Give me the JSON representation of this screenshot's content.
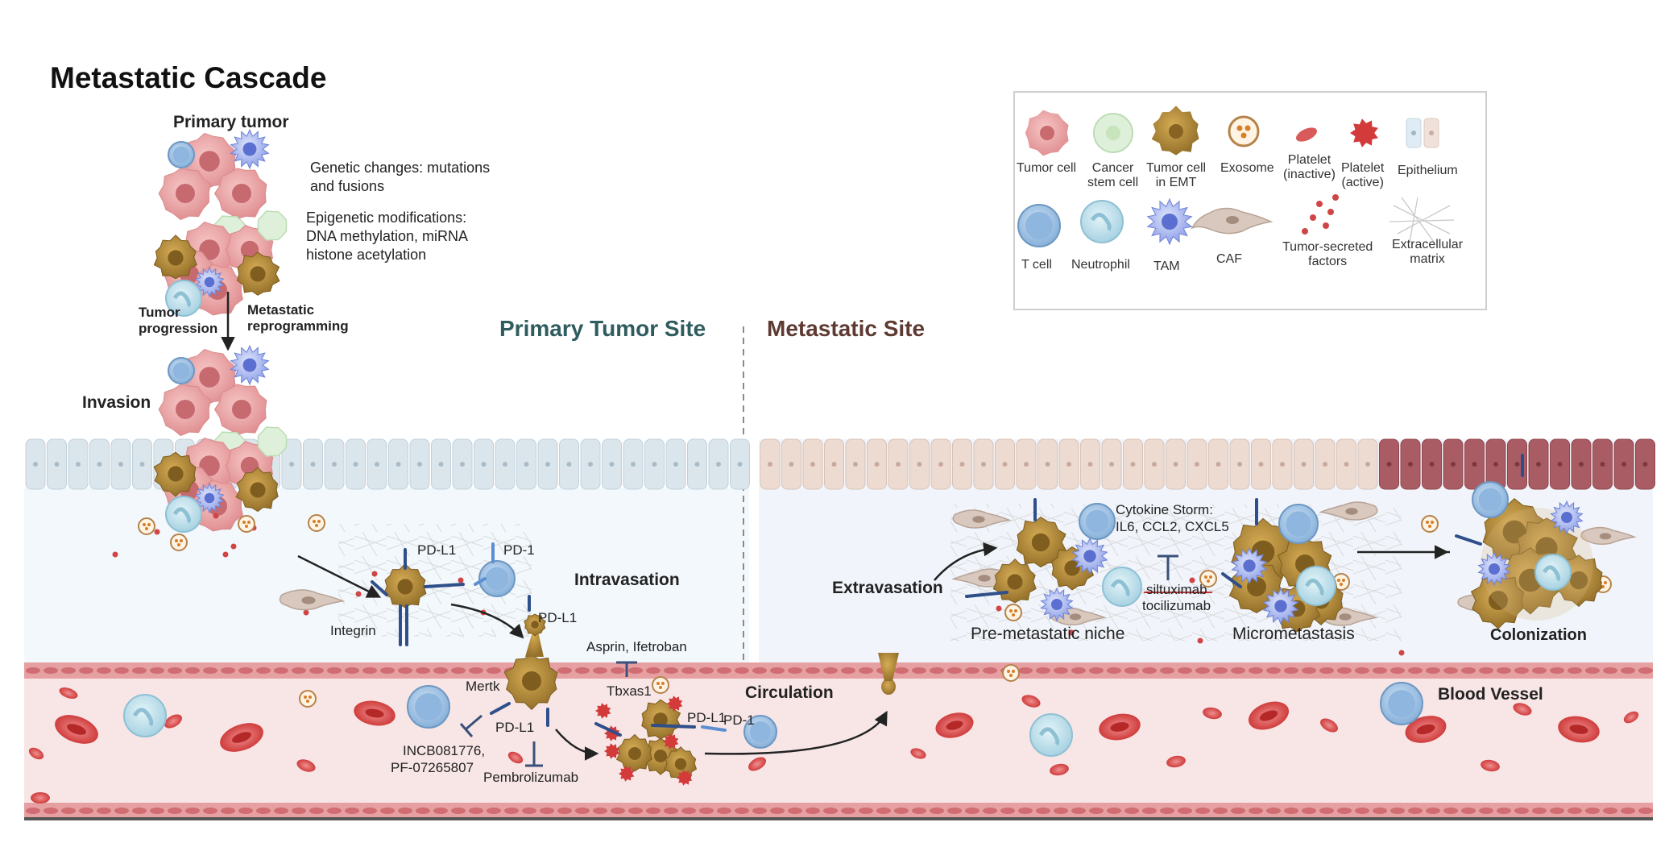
{
  "title": "Metastatic Cascade",
  "primary": {
    "heading": "Primary tumor",
    "genetic": [
      "Genetic  changes: mutations",
      "and fusions"
    ],
    "epigenetic": [
      "Epigenetic  modifications:",
      "DNA methylation, miRNA",
      "histone acetylation"
    ],
    "progression": [
      "Tumor",
      "progression"
    ],
    "reprogramming": [
      "Metastatic",
      "reprogramming"
    ],
    "invasion": "Invasion"
  },
  "sites": {
    "primary": "Primary Tumor Site",
    "metastatic": "Metastatic Site"
  },
  "stages": {
    "intravasation": "Intravasation",
    "circulation": "Circulation",
    "extravasation": "Extravasation",
    "premetastatic": "Pre-metastatic niche",
    "micrometastasis": "Micrometastasis",
    "colonization": "Colonization",
    "vessel": "Blood Vessel"
  },
  "molecules": {
    "pdl1_a": "PD-L1",
    "pd1_a": "PD-1",
    "integrin": "Integrin",
    "pdl1_b": "PD-L1",
    "mertk": "Mertk",
    "pdl1_c": "PD-L1",
    "pdl1_d": "PD-L1",
    "pd1_b": "PD-1",
    "tbxas1": "Tbxas1",
    "cytokine": [
      "Cytokine Storm:",
      "IL6, CCL2, CXCL5"
    ]
  },
  "drugs": {
    "aspirin": "Asprin, Ifetroban",
    "incb": [
      "INCB081776,",
      "PF-07265807"
    ],
    "pembro": "Pembrolizumab",
    "siltux": "siltuximab",
    "tocil": "tocilizumab"
  },
  "legend": {
    "items": [
      {
        "icon": "tumor-cell-icon",
        "label": [
          "Tumor cell"
        ]
      },
      {
        "icon": "cancer-stem-cell-icon",
        "label": [
          "Cancer",
          "stem cell"
        ]
      },
      {
        "icon": "tumor-cell-emt-icon",
        "label": [
          "Tumor cell",
          "in EMT"
        ]
      },
      {
        "icon": "exosome-icon",
        "label": [
          "Exosome"
        ]
      },
      {
        "icon": "platelet-inactive-icon",
        "label": [
          "Platelet",
          "(inactive)"
        ]
      },
      {
        "icon": "platelet-active-icon",
        "label": [
          "Platelet",
          "(active)"
        ]
      },
      {
        "icon": "epithelium-icon",
        "label": [
          "Epithelium"
        ]
      },
      {
        "icon": "t-cell-icon",
        "label": [
          "T cell"
        ]
      },
      {
        "icon": "neutrophil-icon",
        "label": [
          "Neutrophil"
        ]
      },
      {
        "icon": "tam-icon",
        "label": [
          "TAM"
        ]
      },
      {
        "icon": "caf-icon",
        "label": [
          "CAF"
        ]
      },
      {
        "icon": "tumor-secreted-factors-icon",
        "label": [
          "Tumor-secreted",
          "factors"
        ]
      },
      {
        "icon": "extracellular-matrix-icon",
        "label": [
          "Extracellular",
          "matrix"
        ]
      }
    ]
  },
  "colors": {
    "tumor": "#e8a0a0",
    "stem": "#d6ecd0",
    "emt": "#b08a3a",
    "tcell": "#9fc3e6",
    "neutrophil": "#bfe0ee",
    "tam": "#a9b6ee",
    "rbc": "#d63a3a",
    "vessel": "#f8e6e6",
    "primary_epithelium": "#dbe6ec",
    "metastatic_epithelium": "#eddbd2"
  }
}
